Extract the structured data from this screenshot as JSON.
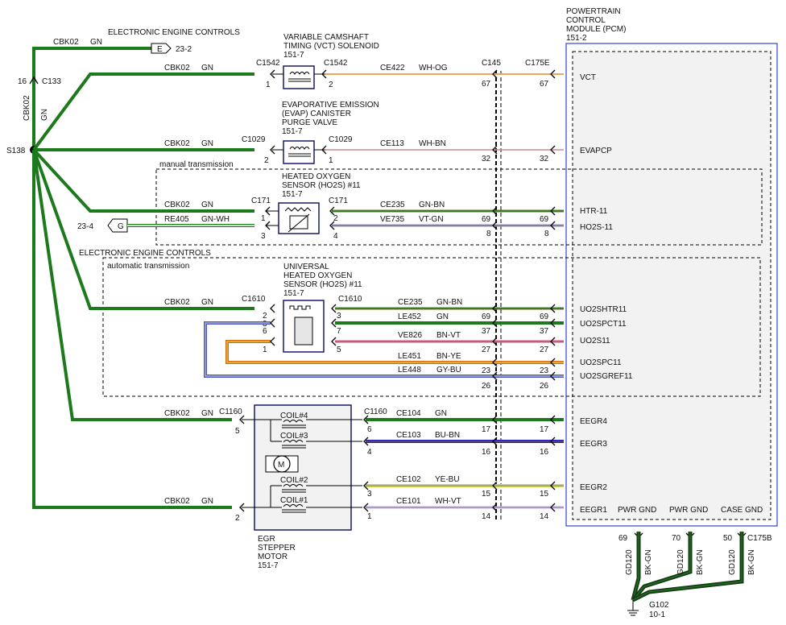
{
  "colors": {
    "GN": "#1c7a1c",
    "GN-WH_outer": "#1c7a1c",
    "GN-WH_inner": "#ffffff",
    "WH-OG": "#f0a45a",
    "WH-BN": "#c98a8a",
    "GN-BN": "#5f7a2a",
    "VT-GN": "#b48ad6",
    "BN-VT": "#d45a6e",
    "BN-YE": "#d46a18",
    "GY-BU": "#4a58c8",
    "BU-BN": "#2020b8",
    "YE-BU": "#d8d848",
    "WH-VT": "#c8b0e8",
    "BK-GN": "#1a3a1a",
    "module_border": "#3344cc",
    "module_fill": "#f2f2f2",
    "component_border": "#1a1a66"
  },
  "pcm": {
    "title_lines": [
      "POWERTRAIN",
      "CONTROL",
      "MODULE (PCM)",
      "151-2"
    ],
    "pins": [
      "VCT",
      "EVAPCP",
      "HTR-11",
      "HO2S-11",
      "UO2SHTR11",
      "UO2SPCT11",
      "UO2S11",
      "UO2SPC11",
      "UO2SGREF11",
      "EEGR4",
      "EEGR3",
      "EEGR2",
      "EEGR1"
    ],
    "grounds": [
      "PWR GND",
      "PWR GND",
      "CASE GND"
    ]
  },
  "labels": {
    "eec_top": "ELECTRONIC ENGINE CONTROLS",
    "eec_mid": "ELECTRONIC ENGINE CONTROLS",
    "manual": "manual transmission",
    "automatic": "automatic transmission",
    "e_conn": "E",
    "e_ref": "23-2",
    "g_conn": "G",
    "g_ref": "23-4",
    "s138": "S138",
    "c133": "C133",
    "c133_pin": "16",
    "vert_circuit": "CBK02",
    "vert_color": "GN",
    "vct_title": [
      "VARIABLE CAMSHAFT",
      "TIMING (VCT) SOLENOID",
      "151-7"
    ],
    "evap_title": [
      "EVAPORATIVE EMISSION",
      "(EVAP) CANISTER",
      "PURGE VALVE",
      "151-7"
    ],
    "ho2s_title": [
      "HEATED OXYGEN",
      "SENSOR (HO2S) #11",
      "151-7"
    ],
    "uho2s_title": [
      "UNIVERSAL",
      "HEATED OXYGEN",
      "SENSOR (HO2S) #11",
      "151-7"
    ],
    "egr_title": [
      "EGR",
      "STEPPER",
      "MOTOR",
      "151-7"
    ],
    "coils": [
      "COIL#4",
      "COIL#3",
      "COIL#2",
      "COIL#1"
    ],
    "g102": "G102",
    "g102_ref": "10-1",
    "c175b": "C175B",
    "gnd_pins": [
      "69",
      "70",
      "50"
    ],
    "gnd_circuit": "GD120",
    "gnd_color": "BK-GN"
  },
  "wires": {
    "cbk02": "CBK02",
    "gn": "GN",
    "re405": "RE405",
    "gnwh": "GN-WH",
    "vct": {
      "circuit": "CE422",
      "color": "WH-OG"
    },
    "evap": {
      "circuit": "CE113",
      "color": "WH-BN"
    },
    "htr": {
      "circuit": "CE235",
      "color": "GN-BN"
    },
    "ho2s": {
      "circuit": "VE735",
      "color": "VT-GN"
    },
    "uhtr": {
      "circuit": "CE235",
      "color": "GN-BN"
    },
    "upct": {
      "circuit": "LE452",
      "color": "GN"
    },
    "us": {
      "circuit": "VE826",
      "color": "BN-VT"
    },
    "upc": {
      "circuit": "LE451",
      "color": "BN-YE"
    },
    "ugref": {
      "circuit": "LE448",
      "color": "GY-BU"
    },
    "eegr4": {
      "circuit": "CE104",
      "color": "GN"
    },
    "eegr3": {
      "circuit": "CE103",
      "color": "BU-BN"
    },
    "eegr2": {
      "circuit": "CE102",
      "color": "YE-BU"
    },
    "eegr1": {
      "circuit": "CE101",
      "color": "WH-VT"
    }
  },
  "connectors": {
    "c1542": "C1542",
    "c1029": "C1029",
    "c171": "C171",
    "c1610": "C1610",
    "c1160": "C1160",
    "c145": "C145",
    "c175e": "C175E"
  },
  "pins": {
    "vct_left": "1",
    "vct_right": "2",
    "vct_c145": "67",
    "vct_pcm": "67",
    "evap_left": "2",
    "evap_right": "1",
    "evap_c145": "32",
    "evap_pcm": "32",
    "ho2s_l1": "1",
    "ho2s_l2": "3",
    "ho2s_r1": "2",
    "ho2s_r2": "4",
    "htr_c145": "69",
    "htr_pcm": "69",
    "ho2s_c145": "8",
    "ho2s_pcm": "8",
    "u_l1": "2",
    "u_l2": "3",
    "u_l3": "6",
    "u_l4": "1",
    "u_r1": "3",
    "u_r2": "7",
    "u_r3": "5",
    "uhtr_c145": "69",
    "uhtr_pcm": "69",
    "upct_c145": "37",
    "upct_pcm": "37",
    "us_c145": "27",
    "us_pcm": "27",
    "upc_c145": "23",
    "upc_pcm": "23",
    "ugref_c145": "26",
    "ugref_pcm": "26",
    "egr_l1": "5",
    "egr_l2": "2",
    "egr_r4": "6",
    "egr_r3": "4",
    "egr_r2": "3",
    "egr_r1": "1",
    "eegr4_c145": "17",
    "eegr4_pcm": "17",
    "eegr3_c145": "16",
    "eegr3_pcm": "16",
    "eegr2_c145": "15",
    "eegr2_pcm": "15",
    "eegr1_c145": "14",
    "eegr1_pcm": "14"
  }
}
